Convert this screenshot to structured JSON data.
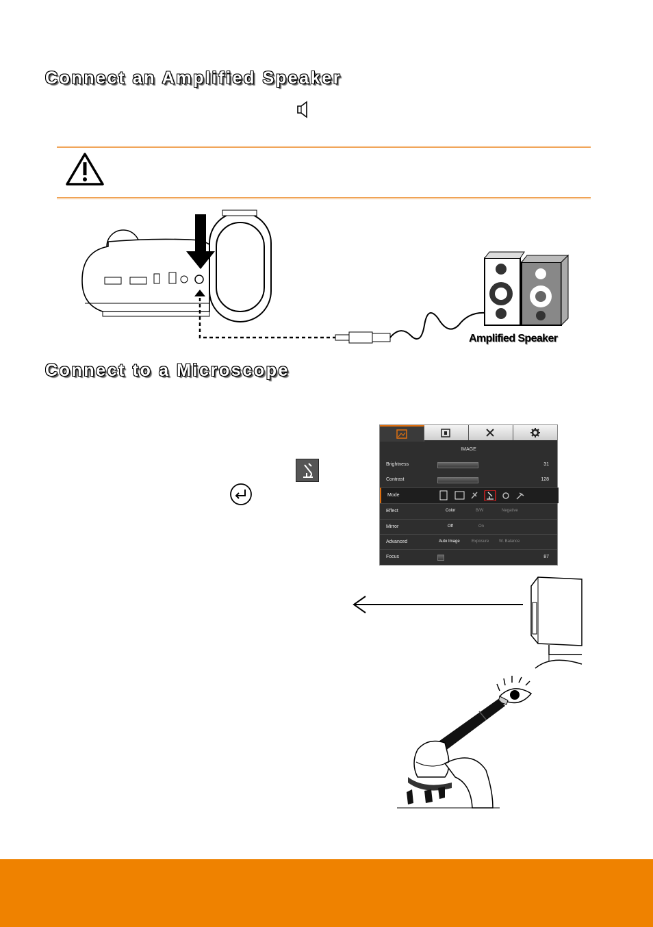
{
  "section1": {
    "heading": "Connect an Amplified Speaker"
  },
  "section2": {
    "heading": "Connect to a Microscope"
  },
  "figure1": {
    "speaker_label": "Amplified Speaker"
  },
  "menu": {
    "title": "IMAGE",
    "rows": [
      {
        "label": "Brightness",
        "value": "31"
      },
      {
        "label": "Contrast",
        "value": "128"
      },
      {
        "label": "Mode"
      },
      {
        "label": "Effect",
        "options": [
          "Color",
          "B/W",
          "Negative"
        ]
      },
      {
        "label": "Mirror",
        "options": [
          "Off",
          "On"
        ]
      },
      {
        "label": "Advanced",
        "options": [
          "Auto Image",
          "Exposure",
          "W. Balance"
        ]
      },
      {
        "label": "Focus",
        "value": "87"
      }
    ]
  },
  "colors": {
    "accent": "#ef8200",
    "rule": "#f0a050"
  }
}
